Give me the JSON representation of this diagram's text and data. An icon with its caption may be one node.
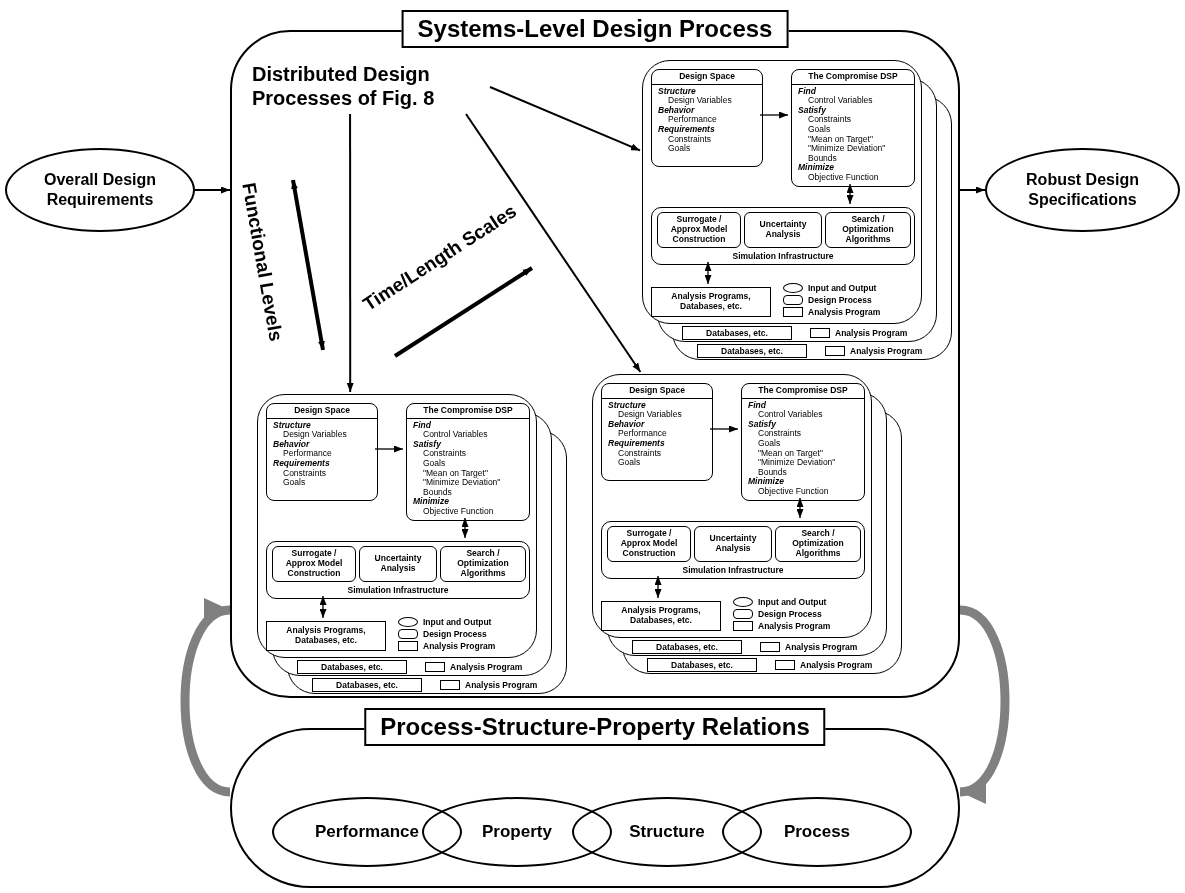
{
  "diagram": {
    "nodes": [
      {
        "text": [
          "Overall Design Requirements"
        ]
      },
      {
        "text": [
          "Systems-Level Design Process"
        ]
      },
      {
        "text": [
          "Distributed Design Processes of Fig. 8"
        ],
        "in": 1
      },
      {
        "text": [],
        "shape": "box",
        "in": 1
      },
      {
        "text": [
          "Design Space",
          "Structure",
          "Design Variables",
          "Behavior",
          "Performance",
          "Requirements",
          "Constraints",
          "Goals"
        ],
        "in": 3
      },
      {
        "text": [
          "The Compromise DSP",
          "Find",
          "Control Variables",
          "Satisfy",
          "Constraints",
          "Goals",
          "\"Mean on Target\"",
          "\"Minimize Deviation\"",
          "Bounds",
          "Minimize",
          "Objective Function"
        ],
        "in": 3
      },
      {
        "text": [
          "Simulation Infrastructure"
        ],
        "in": 3
      },
      {
        "text": [
          "Surrogate / Approx Model Construction"
        ],
        "in": 6
      },
      {
        "text": [
          "Uncertainty Analysis"
        ],
        "in": 6
      },
      {
        "text": [
          "Search / Optimization Algorithms"
        ],
        "in": 6
      },
      {
        "text": [
          "Analysis Programs, Databases, etc."
        ],
        "in": 3
      },
      {
        "text": [],
        "shape": "box",
        "in": 1
      },
      {
        "text": [
          "Design Space",
          "Structure",
          "Design Variables",
          "Behavior",
          "Performance",
          "Requirements",
          "Constraints",
          "Goals"
        ],
        "in": 11
      },
      {
        "text": [
          "The Compromise DSP",
          "Find",
          "Control Variables",
          "Satisfy",
          "Constraints",
          "Goals",
          "\"Mean on Target\"",
          "\"Minimize Deviation\"",
          "Bounds",
          "Minimize",
          "Objective Function"
        ],
        "in": 11
      },
      {
        "text": [
          "Simulation Infrastructure"
        ],
        "in": 11
      },
      {
        "text": [
          "Surrogate / Approx Model Construction"
        ],
        "in": 14
      },
      {
        "text": [
          "Uncertainty Analysis"
        ],
        "in": 14
      },
      {
        "text": [
          "Search / Optimization Algorithms"
        ],
        "in": 14
      },
      {
        "text": [
          "Analysis Programs, Databases, etc."
        ],
        "in": 11
      },
      {
        "text": [],
        "shape": "box",
        "in": 1
      },
      {
        "text": [
          "Design Space",
          "Structure",
          "Design Variables",
          "Behavior",
          "Performance",
          "Requirements",
          "Constraints",
          "Goals"
        ],
        "in": 19
      },
      {
        "text": [
          "The Compromise DSP",
          "Find",
          "Control Variables",
          "Satisfy",
          "Constraints",
          "Goals",
          "\"Mean on Target\"",
          "\"Minimize Deviation\"",
          "Bounds",
          "Minimize",
          "Objective Function"
        ],
        "in": 19
      },
      {
        "text": [
          "Simulation Infrastructure"
        ],
        "in": 19
      },
      {
        "text": [
          "Surrogate / Approx Model Construction"
        ],
        "in": 22
      },
      {
        "text": [
          "Uncertainty Analysis"
        ],
        "in": 22
      },
      {
        "text": [
          "Search / Optimization Algorithms"
        ],
        "in": 22
      },
      {
        "text": [
          "Analysis Programs, Databases, etc."
        ],
        "in": 19
      },
      {
        "text": [
          "Robust Design Specifications"
        ]
      },
      {
        "text": [
          "Process-Structure-Property Relations"
        ]
      },
      {
        "text": [
          "Performance"
        ],
        "in": 28
      },
      {
        "text": [
          "Property"
        ],
        "in": 28
      },
      {
        "text": [
          "Structure"
        ],
        "in": 28
      },
      {
        "text": [
          "Process"
        ],
        "in": 28
      }
    ],
    "edges": [
      {
        "from": 0,
        "to": 1,
        "arrow": "to"
      },
      {
        "from": 1,
        "to": 27,
        "arrow": "to"
      },
      {
        "from": 2,
        "to": 3,
        "arrow": "to"
      },
      {
        "from": 2,
        "to": 11,
        "arrow": "to"
      },
      {
        "from": 2,
        "to": 19,
        "arrow": "to"
      },
      {
        "from": 4,
        "to": 5,
        "arrow": "to"
      },
      {
        "from": 5,
        "to": 6,
        "arrow": "both"
      },
      {
        "from": 6,
        "to": 10,
        "arrow": "both"
      },
      {
        "from": 12,
        "to": 13,
        "arrow": "to"
      },
      {
        "from": 13,
        "to": 14,
        "arrow": "both"
      },
      {
        "from": 14,
        "to": 18,
        "arrow": "both"
      },
      {
        "from": 20,
        "to": 21,
        "arrow": "to"
      },
      {
        "from": 21,
        "to": 22,
        "arrow": "both"
      },
      {
        "from": 22,
        "to": 26,
        "arrow": "both"
      },
      {
        "from": 28,
        "to": 1,
        "arrow": "to",
        "style": "thick",
        "color": "#808080"
      },
      {
        "from": 1,
        "to": 28,
        "arrow": "to",
        "style": "thick",
        "color": "#808080"
      }
    ],
    "labels": [
      "Functional Levels",
      "Time/Length Scales",
      "Databases, etc.",
      "Analysis Program",
      "Databases, etc.",
      "Analysis Program",
      "Databases, etc.",
      "Analysis Program",
      "Databases, etc.",
      "Analysis Program",
      "Databases, etc.",
      "Analysis Program",
      "Databases, etc.",
      "Analysis Program"
    ],
    "legend": [
      {
        "text": "Input and Output"
      },
      {
        "text": "Design Process"
      },
      {
        "text": "Analysis Program"
      },
      {
        "text": "Input and Output"
      },
      {
        "text": "Design Process"
      },
      {
        "text": "Analysis Program"
      },
      {
        "text": "Input and Output"
      },
      {
        "text": "Design Process"
      },
      {
        "text": "Analysis Program"
      }
    ]
  }
}
